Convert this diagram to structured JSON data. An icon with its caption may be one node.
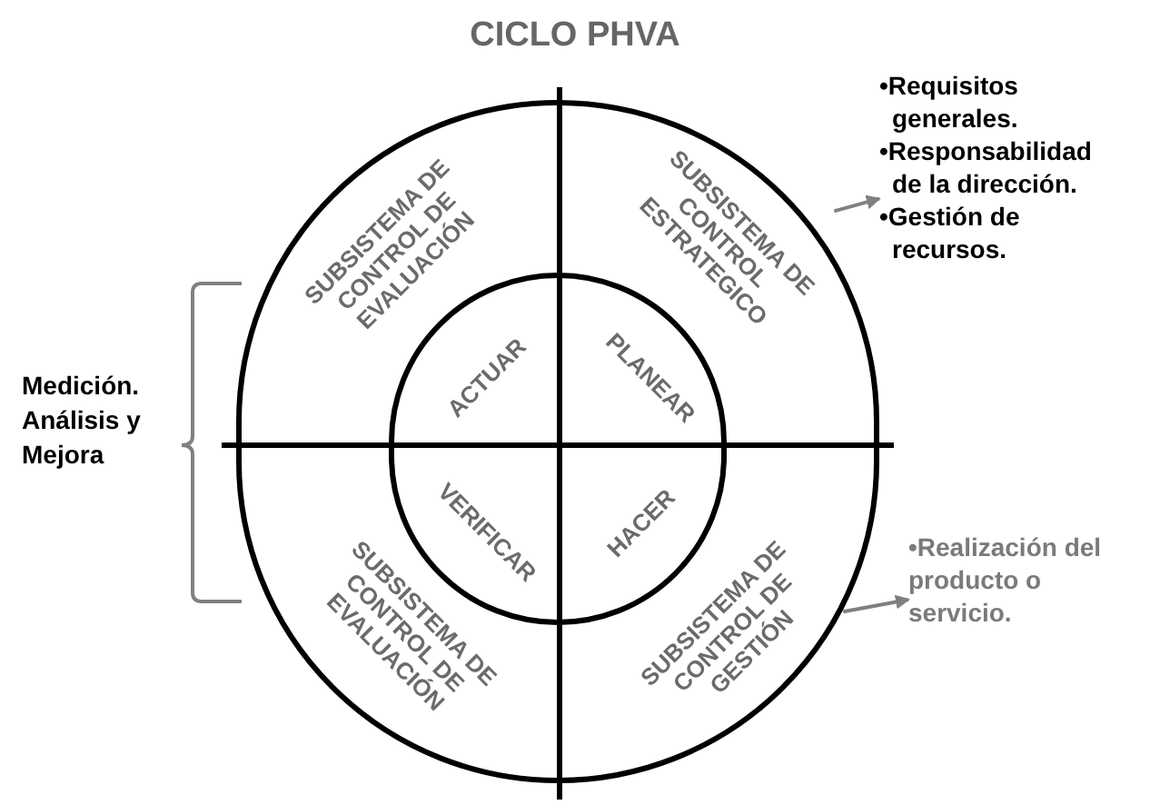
{
  "diagram": {
    "title": "CICLO PHVA",
    "nodes": [
      {
        "text": [],
        "shape": "circle"
      },
      {
        "text": [],
        "shape": "circle",
        "in": 0
      },
      {
        "text": [
          "SUBSISTEMA DE CONTROL DE EVALUACIÓN"
        ],
        "in": 0
      },
      {
        "text": [
          "SUBSISTEMA DE CONTROL ESTRATEGICO"
        ],
        "in": 0
      },
      {
        "text": [
          "ACTUAR"
        ],
        "in": 1
      },
      {
        "text": [
          "PLANEAR"
        ],
        "in": 1
      },
      {
        "text": [
          "VERIFICAR"
        ],
        "in": 1
      },
      {
        "text": [
          "HACER"
        ],
        "in": 1
      },
      {
        "text": [
          "SUBSISTEMA DE CONTROL DE EVALUACIÓN"
        ],
        "in": 0
      },
      {
        "text": [
          "SUBSISTEMA DE CONTROL DE GESTIÓN"
        ],
        "in": 0
      },
      {
        "text": [
          "•Requisitos generales.",
          "•Responsabilidad de la dirección.",
          "•Gestión de recursos."
        ]
      },
      {
        "text": [
          "•Realización del producto o servicio."
        ]
      }
    ],
    "edges": [
      {
        "from": 3,
        "to": 10,
        "arrow": "to"
      },
      {
        "from": 9,
        "to": 11,
        "arrow": "to"
      }
    ],
    "labels": [
      "Medición. Análisis y Mejora"
    ]
  }
}
